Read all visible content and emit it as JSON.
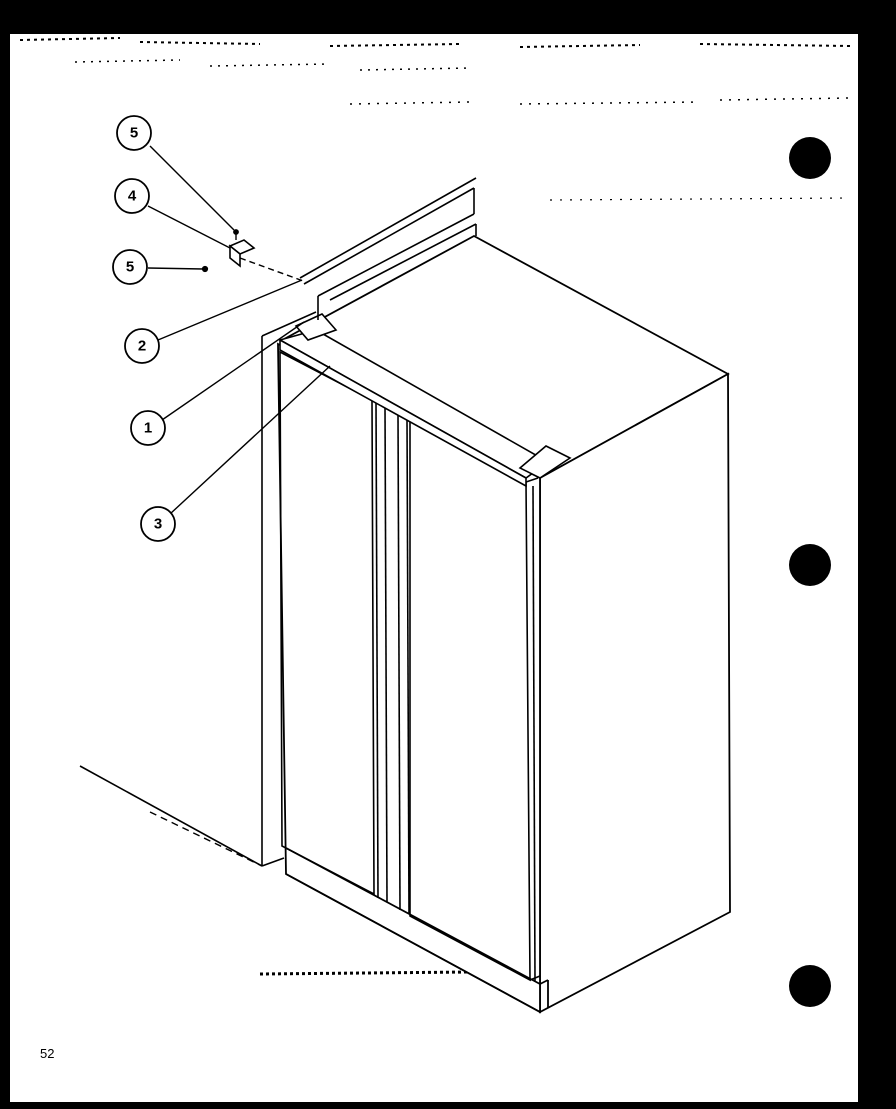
{
  "callouts": [
    {
      "id": "callout-5-top",
      "label": "5"
    },
    {
      "id": "callout-4",
      "label": "4"
    },
    {
      "id": "callout-5-side",
      "label": "5"
    },
    {
      "id": "callout-2",
      "label": "2"
    },
    {
      "id": "callout-1",
      "label": "1"
    },
    {
      "id": "callout-3",
      "label": "3"
    }
  ],
  "page_number": "52"
}
